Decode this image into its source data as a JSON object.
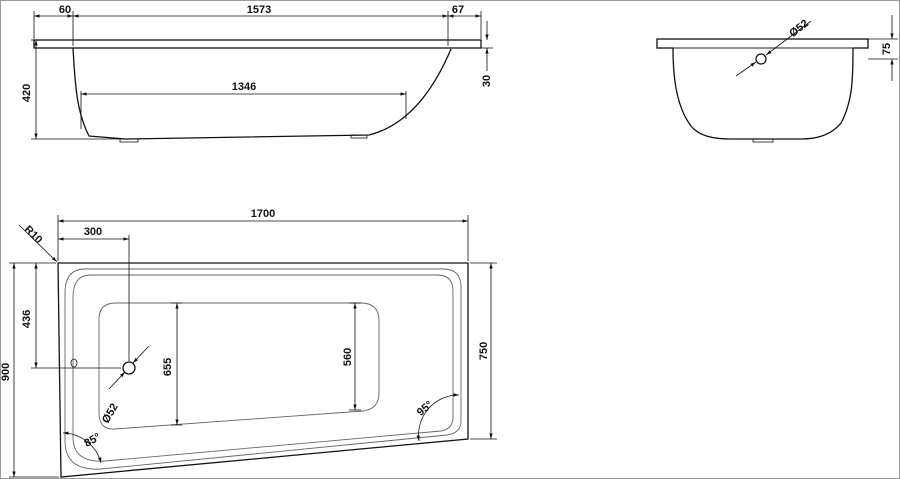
{
  "colors": {
    "line": "#111111",
    "inner_line": "#666666",
    "background": "#ffffff",
    "frame": "#9a9a9a"
  },
  "dimensions": {
    "side_left_rim": "60",
    "side_length": "1573",
    "side_right_rim": "67",
    "side_height": "420",
    "side_bottom_length": "1346",
    "side_rim_drop": "30",
    "end_drain_diameter": "Ø52",
    "end_rim_thickness": "75",
    "top_corner_radius": "R10",
    "top_overall_length": "1700",
    "top_drain_offset": "300",
    "top_drain_height": "436",
    "top_left_width": "900",
    "top_right_width": "750",
    "top_inner_left_height": "655",
    "top_inner_right_height": "560",
    "top_drain_diameter": "Ø52",
    "top_angle_left": "85°",
    "top_angle_right": "95°"
  }
}
